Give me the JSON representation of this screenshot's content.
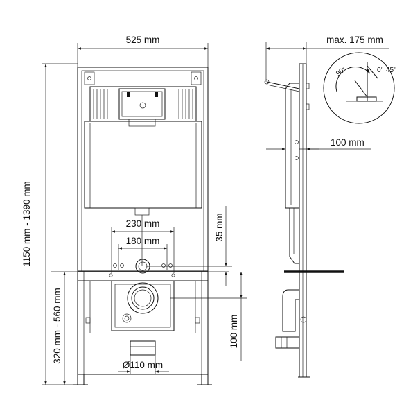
{
  "dimensions": {
    "frame_width": "525 mm",
    "max_depth": "max. 175 mm",
    "total_height": "1150 mm - 1390 mm",
    "flush_plate_offset": "100 mm",
    "pipe_spacing_outer": "230 mm",
    "pipe_spacing_inner": "180 mm",
    "inlet_height": "35 mm",
    "outlet_height": "320 mm - 560 mm",
    "outlet_spacing": "100 mm",
    "drain_diameter": "Ø110 mm"
  },
  "angle_detail": {
    "angle_90": "90°",
    "angle_0": "0°",
    "angle_45": "45°"
  }
}
